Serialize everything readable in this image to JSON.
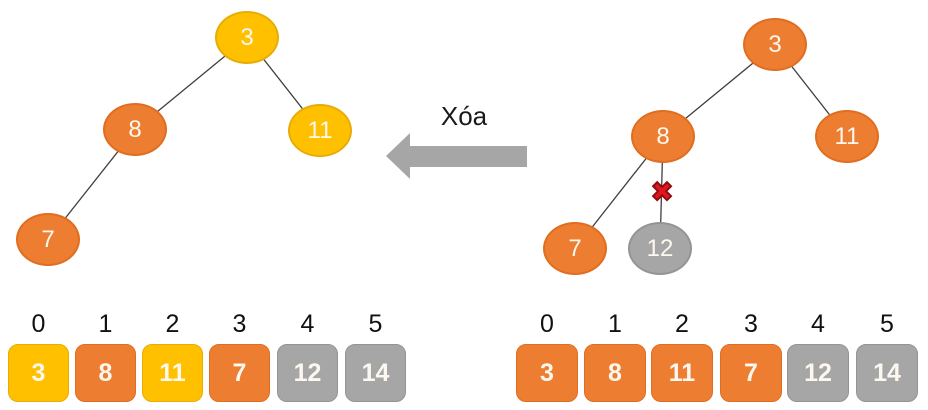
{
  "operation": {
    "label": "Xóa"
  },
  "delete_marker": "✖",
  "colors": {
    "node_yellow": "#FFC000",
    "node_orange": "#ED7D31",
    "node_gray": "#A6A6A6",
    "arrow_gray": "#A6A6A6",
    "delete_x_red": "#E0161F",
    "edge_line": "#3F3F3F",
    "node_text": "#FFFFFF",
    "index_text": "#111111"
  },
  "left_diagram": {
    "tree": {
      "nodes": [
        {
          "value": "3",
          "color": "yellow"
        },
        {
          "value": "8",
          "color": "orange"
        },
        {
          "value": "11",
          "color": "yellow"
        },
        {
          "value": "7",
          "color": "orange"
        }
      ]
    },
    "array": {
      "indices": [
        "0",
        "1",
        "2",
        "3",
        "4",
        "5"
      ],
      "cells": [
        {
          "value": "3",
          "color": "yellow"
        },
        {
          "value": "8",
          "color": "orange"
        },
        {
          "value": "11",
          "color": "yellow"
        },
        {
          "value": "7",
          "color": "orange"
        },
        {
          "value": "12",
          "color": "gray"
        },
        {
          "value": "14",
          "color": "gray"
        }
      ]
    }
  },
  "right_diagram": {
    "tree": {
      "nodes": [
        {
          "value": "3",
          "color": "orange"
        },
        {
          "value": "8",
          "color": "orange"
        },
        {
          "value": "11",
          "color": "orange"
        },
        {
          "value": "7",
          "color": "orange"
        },
        {
          "value": "12",
          "color": "gray"
        }
      ]
    },
    "array": {
      "indices": [
        "0",
        "1",
        "2",
        "3",
        "4",
        "5"
      ],
      "cells": [
        {
          "value": "3",
          "color": "orange"
        },
        {
          "value": "8",
          "color": "orange"
        },
        {
          "value": "11",
          "color": "orange"
        },
        {
          "value": "7",
          "color": "orange"
        },
        {
          "value": "12",
          "color": "gray"
        },
        {
          "value": "14",
          "color": "gray"
        }
      ]
    }
  }
}
